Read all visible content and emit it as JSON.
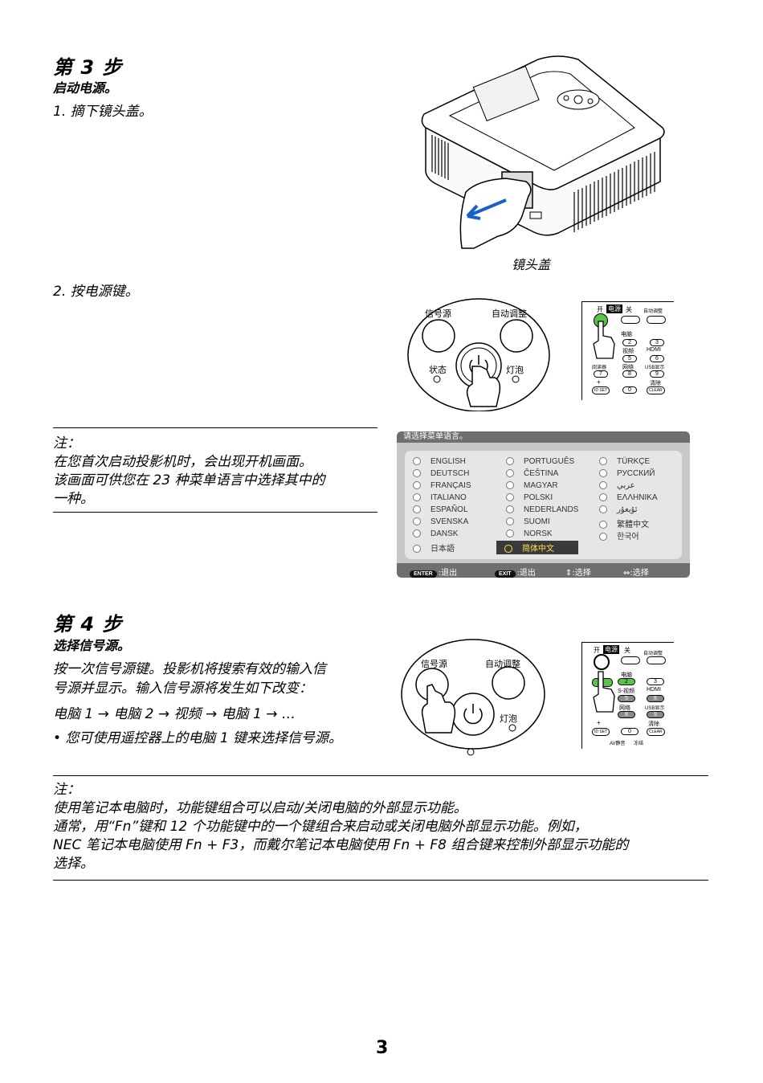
{
  "step3": {
    "title": "第 3 步",
    "subtitle": "启动电源。",
    "item1": "1. 摘下镜头盖。",
    "lens_caption": "镜头盖",
    "item2": "2. 按电源键。",
    "note_label": "注：",
    "note_line1": "在您首次启动投影机时，会出现开机画面。",
    "note_line2": "该画面可供您在 23 种菜单语言中选择其中的",
    "note_line3": "一种。"
  },
  "panel3": {
    "source": "信号源",
    "auto_adjust": "自动调整",
    "status": "状态",
    "lamp": "灯泡"
  },
  "remote3": {
    "on": "开",
    "power": "电源",
    "off": "关",
    "auto_adj": "自动调整",
    "computer": "电脑",
    "k2": "2",
    "k3": "3",
    "video": "视频",
    "hdmi": "HDMI",
    "k5": "5",
    "k6": "6",
    "viewer": "阅读器",
    "network": "网络",
    "usb": "USB显示",
    "k7": "7",
    "k8": "8",
    "k9": "9",
    "clear_cn": "清除",
    "plus": "+",
    "idset": "ID SET",
    "k0": "0",
    "clear": "CLEAR"
  },
  "language_menu": {
    "title": "请选择菜单语言。",
    "col1": [
      "ENGLISH",
      "DEUTSCH",
      "FRANÇAIS",
      "ITALIANO",
      "ESPAÑOL",
      "SVENSKA",
      "DANSK",
      "日本語"
    ],
    "col2": [
      "PORTUGUÊS",
      "ČEŠTINA",
      "MAGYAR",
      "POLSKI",
      "NEDERLANDS",
      "SUOMI",
      "NORSK",
      "简体中文"
    ],
    "col3": [
      "TÜRKÇE",
      "РУССКИЙ",
      "عربي",
      "ΕΛΛΗΝΙΚΑ",
      "ئۇيغۇر",
      "繁體中文",
      "한국어"
    ],
    "selected": "简体中文",
    "footer": {
      "enter_key": "ENTER",
      "enter_label": ":退出",
      "exit_key": "EXIT",
      "exit_label": ":退出",
      "updown": "⇕:选择",
      "leftright": "⇔:选择"
    }
  },
  "step4": {
    "title": "第 4 步",
    "subtitle": "选择信号源。",
    "para_line1": "按一次信号源键。投影机将搜索有效的输入信",
    "para_line2": "号源并显示。输入信号源将发生如下改变：",
    "sequence": "电脑 1 → 电脑 2 → 视频 → 电脑 1 → …",
    "bullet": "•  您可使用遥控器上的电脑 1 键来选择信号源。"
  },
  "panel4": {
    "source": "信号源",
    "auto_adjust": "自动调整",
    "lamp": "灯泡"
  },
  "remote4": {
    "on": "开",
    "power": "电源",
    "off": "关",
    "auto_adj": "自动调整",
    "computer": "电脑",
    "k2": "2",
    "k3": "3",
    "svideo": "S-视频",
    "hdmi": "HDMI",
    "k5": "5",
    "k6": "6",
    "network": "网络",
    "usb": "USB显示",
    "k8": "8",
    "k9": "9",
    "clear_cn": "清除",
    "plus": "+",
    "idset": "ID SET",
    "k0": "0",
    "clear": "CLEAR",
    "av_mute": "AV静音",
    "freeze": "冻结"
  },
  "bottom_note": {
    "label": "注：",
    "line1": "使用笔记本电脑时，功能键组合可以启动/关闭电脑的外部显示功能。",
    "line2": "通常，用“Fn”键和 12 个功能键中的一个键组合来启动或关闭电脑外部显示功能。例如，",
    "line3": "NEC 笔记本电脑使用 Fn + F3，而戴尔笔记本电脑使用 Fn + F8 组合键来控制外部显示功能的",
    "line4": "选择。"
  },
  "page_number": "3"
}
